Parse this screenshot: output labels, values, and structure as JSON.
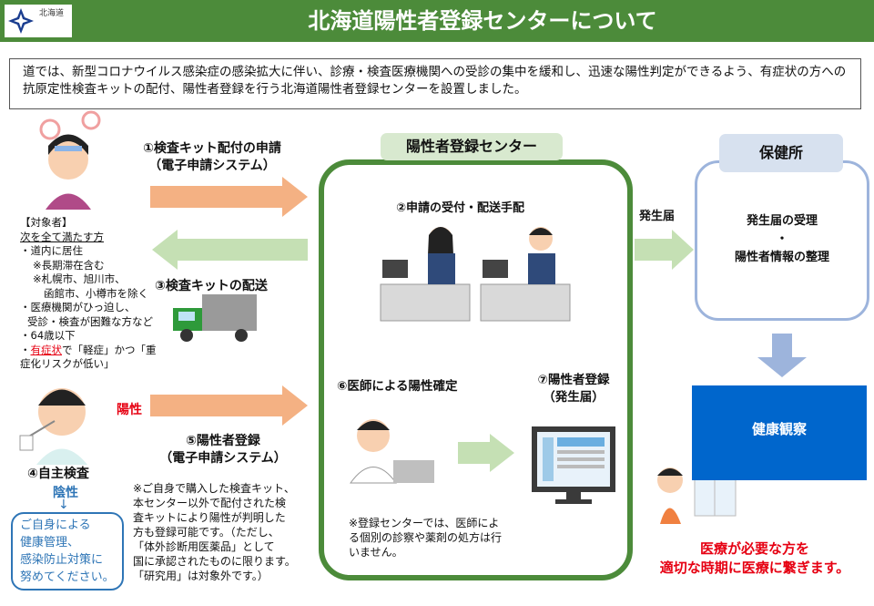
{
  "header": {
    "logo_text": "北海道",
    "title": "北海道陽性者登録センターについて"
  },
  "intro": "道では、新型コロナウイルス感染症の感染拡大に伴い、診療・検査医療機関への受診の集中を緩和し、迅速な陽性判定ができるよう、有症状の方への抗原定性検査キットの配付、陽性者登録を行う北海道陽性者登録センターを設置しました。",
  "step1": {
    "title": "①検査キット配付の申請",
    "sub": "（電子申請システム）"
  },
  "step2": "②申請の受付・配送手配",
  "step3": "③検査キットの配送",
  "step4": "④自主検査",
  "step5": {
    "title": "⑤陽性者登録",
    "sub": "（電子申請システム）"
  },
  "step6": "⑥医師による陽性確定",
  "step7": {
    "title": "⑦陽性者登録",
    "sub": "（発生届）"
  },
  "center_label": "陽性者登録センター",
  "hokenjo": {
    "label": "保健所",
    "line1": "発生届の受理",
    "dot": "・",
    "line2": "陽性者情報の整理"
  },
  "hasseitodoke": "発生届",
  "kenko_kansatsu": "健康観察",
  "target": {
    "heading": "【対象者】",
    "cond": "次を全て満たす方",
    "l1": "・道内に居住",
    "l2": "※長期滞在含む",
    "l3": "※札幌市、旭川市、",
    "l4": "函館市、小樽市を除く",
    "l5": "・医療機関がひっ迫し、",
    "l6": "受診・検査が困難な方など",
    "l7": "・64歳以下",
    "l8_pre": "・",
    "l8_red": "有症状",
    "l8_post": "で「軽症」かつ「重",
    "l9": "症化リスクが低い」"
  },
  "positive": "陽性",
  "negative": "陰性",
  "neg_arrow": "↓",
  "neg_box": [
    "ご自身による",
    "健康管理、",
    "感染防止対策に",
    "努めてください。"
  ],
  "purchase_note": [
    "※ご自身で購入した検査キット、",
    "本センター以外で配付された検",
    "査キットにより陽性が判明した",
    "方も登録可能です。（ただし、",
    "「体外診断用医薬品」として",
    "国に承認されたものに限ります。",
    "「研究用」は対象外です。）"
  ],
  "center_note": [
    "※登録センターでは、医師によ",
    "る個別の診察や薬剤の処方は行",
    "いません。"
  ],
  "closing": [
    "医療が必要な方を",
    "適切な時期に医療に繋ぎます。"
  ],
  "colors": {
    "green": "#4c8b3a",
    "arrow_orange": "#f4b183",
    "arrow_green": "#c5e0b4",
    "arrow_blue": "#9db4dc",
    "red": "#e60012",
    "blue_box": "#0066cc"
  }
}
